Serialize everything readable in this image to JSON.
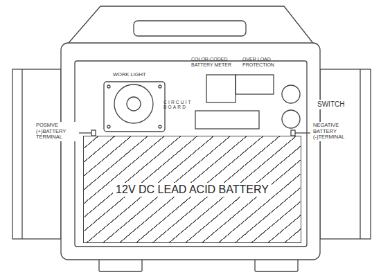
{
  "diagram": {
    "nodes": [
      {
        "text": [
          "12V DC LEAD ACID BATTERY"
        ]
      }
    ],
    "labels": [
      "WORK LIGHT",
      "CIRCUIT BOARD",
      "COLOR-CODED BATTERY METER",
      "OVER LOAD PROTECTION",
      "SWITCH",
      "POSMVE (+)BATTERY TERMINAL",
      "NEGATIVE BATTERY (-)TERMINAL"
    ]
  }
}
